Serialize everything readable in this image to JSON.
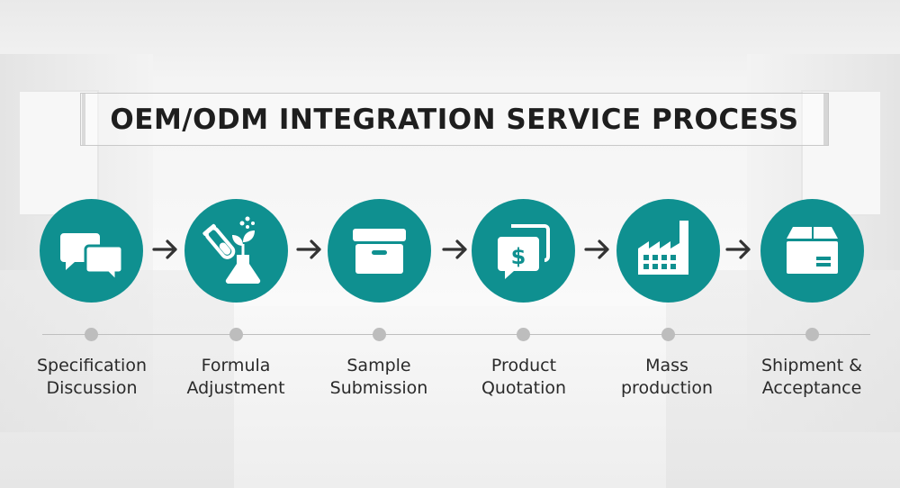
{
  "title": "OEM/ODM INTEGRATION SERVICE PROCESS",
  "colors": {
    "accent": "#0f9090",
    "text": "#2a2a2a",
    "timeline": "#bfbfbf"
  },
  "steps": [
    {
      "icon": "chat-bubbles-icon",
      "label_line1": "Specification",
      "label_line2": "Discussion"
    },
    {
      "icon": "lab-flask-plant-icon",
      "label_line1": "Formula",
      "label_line2": "Adjustment"
    },
    {
      "icon": "archive-box-icon",
      "label_line1": "Sample",
      "label_line2": "Submission"
    },
    {
      "icon": "price-quote-icon",
      "label_line1": "Product",
      "label_line2": "Quotation"
    },
    {
      "icon": "factory-icon",
      "label_line1": "Mass",
      "label_line2": "production"
    },
    {
      "icon": "shipping-box-icon",
      "label_line1": "Shipment &",
      "label_line2": "Acceptance"
    }
  ]
}
